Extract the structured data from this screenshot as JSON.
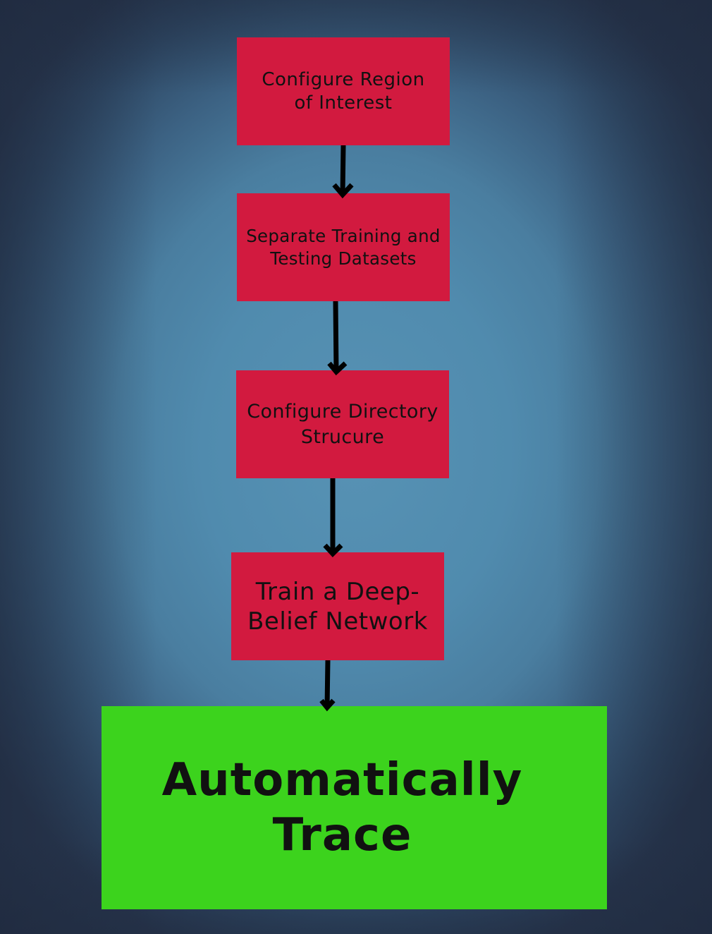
{
  "diagram": {
    "steps": [
      {
        "label": "Configure Region\nof Interest"
      },
      {
        "label": "Separate Training and\nTesting Datasets"
      },
      {
        "label": "Configure Directory\nStrucure"
      },
      {
        "label": "Train a Deep-\nBelief Network"
      }
    ],
    "final": {
      "label": "Automatically\nTrace"
    },
    "colors": {
      "step_fill": "#d21a3f",
      "final_fill": "#3cd31d",
      "arrow": "#000000",
      "background_center": "#5792b4",
      "background_edge": "#28374f"
    }
  }
}
